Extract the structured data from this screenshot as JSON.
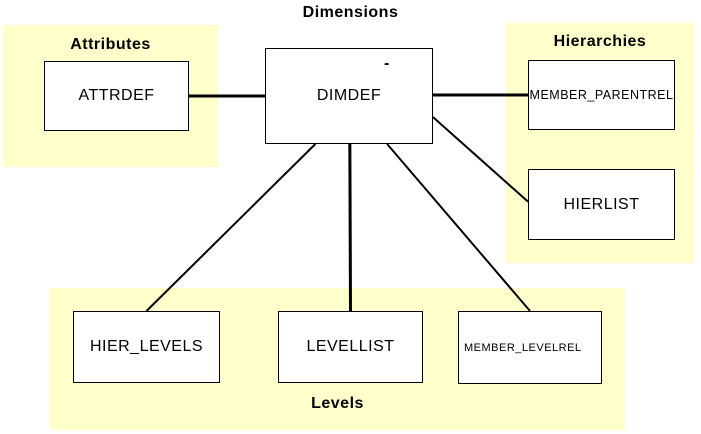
{
  "title": "Dimensions",
  "theme": {
    "background": "#ffffff",
    "region_fill": "#ffffcc",
    "box_fill": "#ffffff",
    "line_color": "#000000",
    "text_color": "#000000"
  },
  "regions": [
    {
      "id": "attributes",
      "label": "Attributes"
    },
    {
      "id": "hierarchies",
      "label": "Hierarchies"
    },
    {
      "id": "levels",
      "label": "Levels"
    }
  ],
  "nodes": [
    {
      "id": "attrdef",
      "label": "ATTRDEF"
    },
    {
      "id": "dimdef",
      "label": "DIMDEF",
      "annotation": "-"
    },
    {
      "id": "member_parentrel",
      "label": "MEMBER_PARENTREL"
    },
    {
      "id": "hierlist",
      "label": "HIERLIST"
    },
    {
      "id": "hier_levels",
      "label": "HIER_LEVELS"
    },
    {
      "id": "levellist",
      "label": "LEVELLIST"
    },
    {
      "id": "member_levelrel",
      "label": "MEMBER_LEVELREL"
    }
  ],
  "connections": [
    {
      "from": "attrdef",
      "to": "dimdef",
      "from_anchor": [
        1,
        0.5
      ],
      "to_anchor": [
        0,
        0.5
      ],
      "width": 3
    },
    {
      "from": "dimdef",
      "to": "member_parentrel",
      "from_anchor": [
        1,
        0.49
      ],
      "to_anchor": [
        0,
        0.5
      ],
      "width": 3
    },
    {
      "from": "dimdef",
      "to": "hierlist",
      "from_anchor": [
        1,
        0.72
      ],
      "to_anchor": [
        0,
        0.46
      ],
      "width": 2
    },
    {
      "from": "dimdef",
      "to": "hier_levels",
      "from_anchor": [
        0.3,
        1
      ],
      "to_anchor": [
        0.5,
        0
      ],
      "width": 2
    },
    {
      "from": "dimdef",
      "to": "levellist",
      "from_anchor": [
        0.505,
        1
      ],
      "to_anchor": [
        0.5,
        0
      ],
      "width": 3
    },
    {
      "from": "dimdef",
      "to": "member_levelrel",
      "from_anchor": [
        0.727,
        1
      ],
      "to_anchor": [
        0.5,
        0
      ],
      "width": 2
    }
  ]
}
